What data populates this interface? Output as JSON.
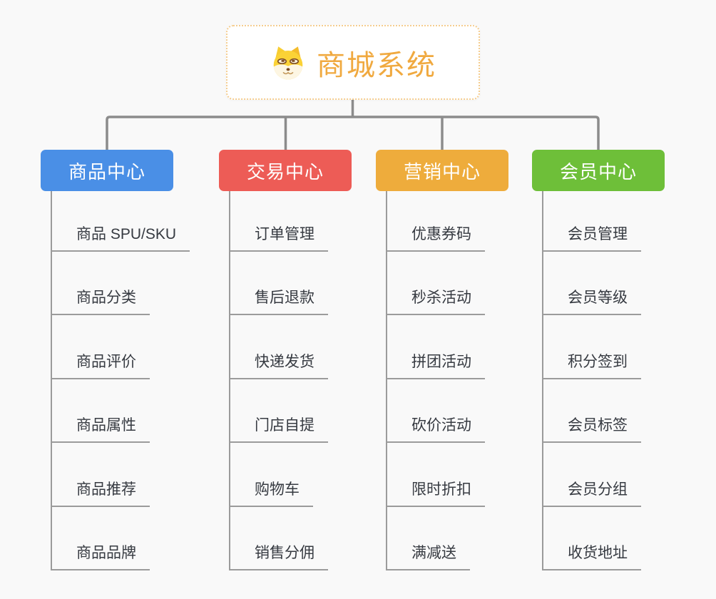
{
  "canvas": {
    "background": "#F9F9F9",
    "connector_color": "#8C8C8C",
    "leaf_line_color": "#9B9B9B",
    "leaf_text_color": "#363A41"
  },
  "root": {
    "title": "商城系统",
    "icon": "shiba-dog-icon",
    "title_color": "#F0A93F",
    "border_color": "#F5CD8F"
  },
  "branches": [
    {
      "label": "商品中心",
      "color": "#4A8FE6",
      "leaves": [
        "商品 SPU/SKU",
        "商品分类",
        "商品评价",
        "商品属性",
        "商品推荐",
        "商品品牌"
      ]
    },
    {
      "label": "交易中心",
      "color": "#ED5C56",
      "leaves": [
        "订单管理",
        "售后退款",
        "快递发货",
        "门店自提",
        "购物车",
        "销售分佣"
      ]
    },
    {
      "label": "营销中心",
      "color": "#EEAC3C",
      "leaves": [
        "优惠券码",
        "秒杀活动",
        "拼团活动",
        "砍价活动",
        "限时折扣",
        "满减送"
      ]
    },
    {
      "label": "会员中心",
      "color": "#6EBF39",
      "leaves": [
        "会员管理",
        "会员等级",
        "积分签到",
        "会员标签",
        "会员分组",
        "收货地址"
      ]
    }
  ]
}
